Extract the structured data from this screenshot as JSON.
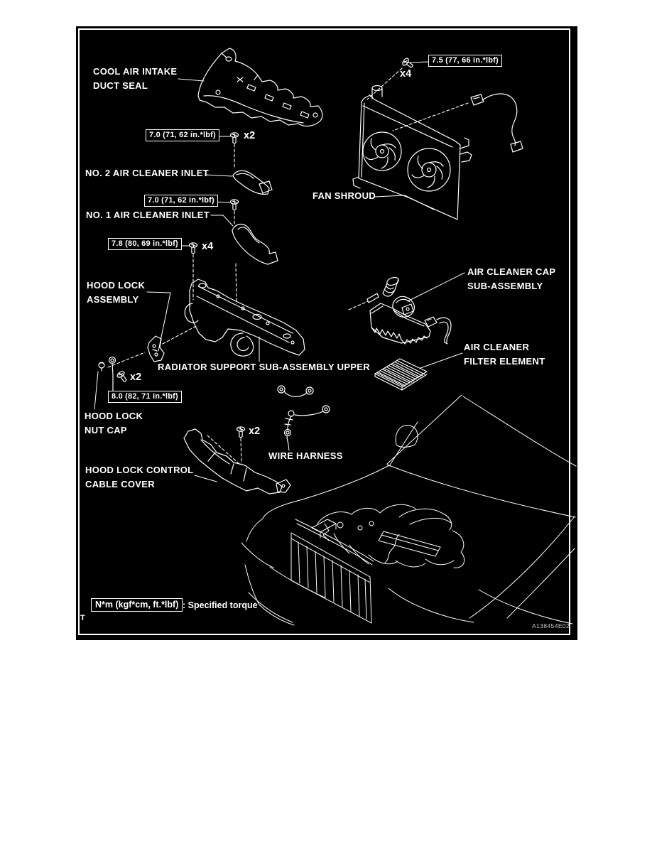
{
  "page": {
    "background": "#ffffff"
  },
  "diagram": {
    "colors": {
      "background": "#000000",
      "line": "#ffffff"
    },
    "corner_mark": "T",
    "figure_id": "A138454E02",
    "legend": {
      "unit_box": "N*m (kgf*cm, ft.*lbf)",
      "description": ": Specified torque"
    },
    "labels": {
      "cool_air_intake_duct_seal": {
        "line1": "COOL AIR INTAKE",
        "line2": "DUCT SEAL"
      },
      "no2_air_cleaner_inlet": {
        "line1": "NO. 2 AIR CLEANER INLET"
      },
      "no1_air_cleaner_inlet": {
        "line1": "NO. 1 AIR CLEANER INLET"
      },
      "fan_shroud": {
        "line1": "FAN SHROUD"
      },
      "hood_lock_assembly": {
        "line1": "HOOD LOCK",
        "line2": "ASSEMBLY"
      },
      "air_cleaner_cap_sub_assembly": {
        "line1": "AIR CLEANER CAP",
        "line2": "SUB-ASSEMBLY"
      },
      "radiator_support_sub_assembly_upper": {
        "line1": "RADIATOR SUPPORT SUB-ASSEMBLY UPPER"
      },
      "air_cleaner_filter_element": {
        "line1": "AIR CLEANER",
        "line2": "FILTER ELEMENT"
      },
      "hood_lock_nut_cap": {
        "line1": "HOOD LOCK",
        "line2": "NUT CAP"
      },
      "wire_harness": {
        "line1": "WIRE HARNESS"
      },
      "hood_lock_control_cable_cover": {
        "line1": "HOOD LOCK CONTROL",
        "line2": "CABLE COVER"
      }
    },
    "torque_specs": {
      "fan_shroud_bolts": {
        "value": "7.5 (77, 66 in.*lbf)",
        "count": "x4"
      },
      "no2_inlet_bolt": {
        "value": "7.0 (71, 62 in.*lbf)",
        "count": "x2"
      },
      "no1_inlet_bolt": {
        "value": "7.0 (71, 62 in.*lbf)"
      },
      "radiator_support_bolts": {
        "value": "7.8 (80, 69 in.*lbf)",
        "count": "x4"
      },
      "hood_lock_bolts": {
        "value": "8.0 (82, 71 in.*lbf)",
        "count": "x2"
      },
      "cable_cover_bolts": {
        "count": "x2"
      }
    }
  }
}
